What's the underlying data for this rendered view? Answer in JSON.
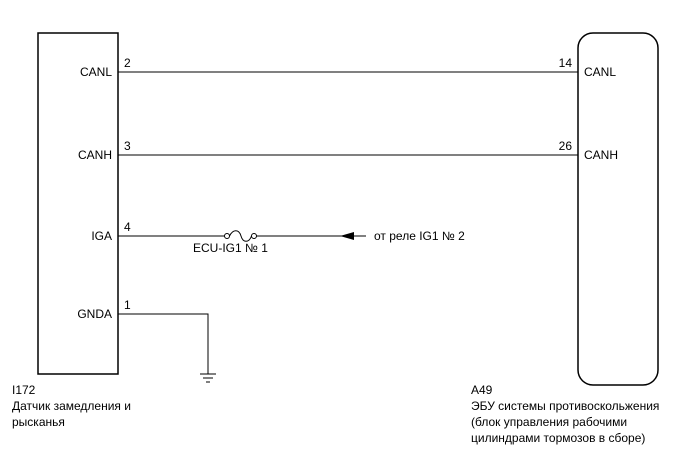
{
  "left_component": {
    "code": "I172",
    "name_line1": "Датчик замедления и",
    "name_line2": "рысканья",
    "pins": [
      {
        "label": "CANL",
        "number": "2"
      },
      {
        "label": "CANH",
        "number": "3"
      },
      {
        "label": "IGA",
        "number": "4"
      },
      {
        "label": "GNDA",
        "number": "1"
      }
    ]
  },
  "right_component": {
    "code": "A49",
    "name_line1": "ЭБУ системы противоскольжения",
    "name_line2": "(блок управления рабочими",
    "name_line3": "цилиндрами тормозов в сборе)",
    "pins": [
      {
        "label": "CANL",
        "number": "14"
      },
      {
        "label": "CANH",
        "number": "26"
      }
    ]
  },
  "fuse": {
    "label": "ECU-IG1 № 1"
  },
  "power_source": {
    "label": "от реле IG1 № 2"
  },
  "ground": {
    "icon": "ground-symbol-icon"
  }
}
